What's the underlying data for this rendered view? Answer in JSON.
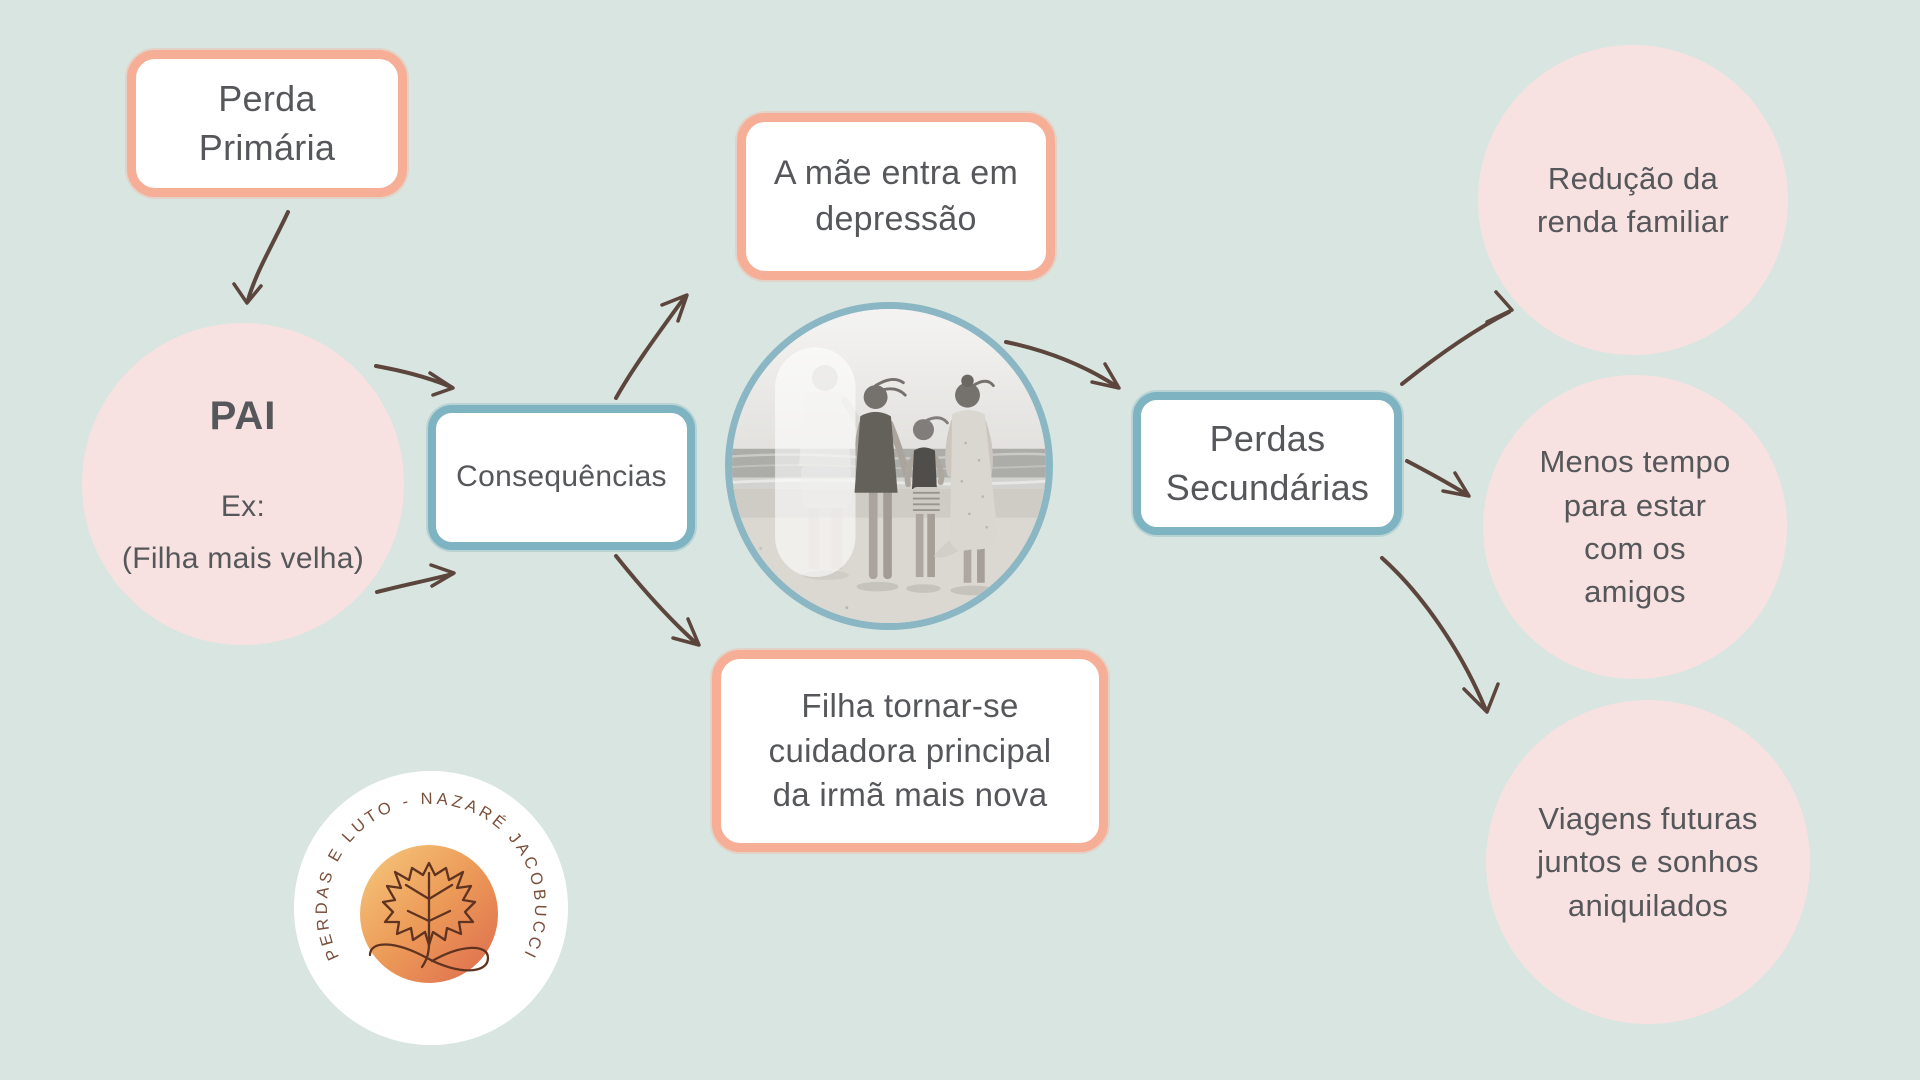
{
  "colors": {
    "background": "#d9e5e1",
    "salmon_border": "#f6ae97",
    "blue_border": "#7eb3c1",
    "pink_circle": "#f7e2e1",
    "node_fill": "#ffffff",
    "text": "#55575a",
    "arrow_brown": "#5c453c",
    "photo_ring": "#8bb6c3",
    "logo_text_brown": "#7a4f3b",
    "logo_orange_light": "#f6c97d",
    "logo_orange_dark": "#dd6a4e"
  },
  "nodes": {
    "perda_primaria": {
      "label": "Perda Primária"
    },
    "pai": {
      "title": "PAI",
      "example_label": "Ex:",
      "example_detail": "(Filha mais velha)"
    },
    "consequencias": {
      "label": "Consequências"
    },
    "mae_depressao": {
      "label": "A mãe entra em depressão"
    },
    "filha_cuidadora": {
      "label": "Filha tornar-se cuidadora principal da irmã mais nova"
    },
    "perdas_secundarias": {
      "label": "Perdas Secundárias"
    },
    "reducao_renda": {
      "label": "Redução da renda familiar"
    },
    "menos_tempo": {
      "label": "Menos tempo para estar com os amigos"
    },
    "viagens": {
      "label": "Viagens futuras juntos e sonhos aniquilados"
    }
  },
  "logo": {
    "circular_text": "PERDAS E LUTO - NAZARÉ JACOBUCCI"
  }
}
